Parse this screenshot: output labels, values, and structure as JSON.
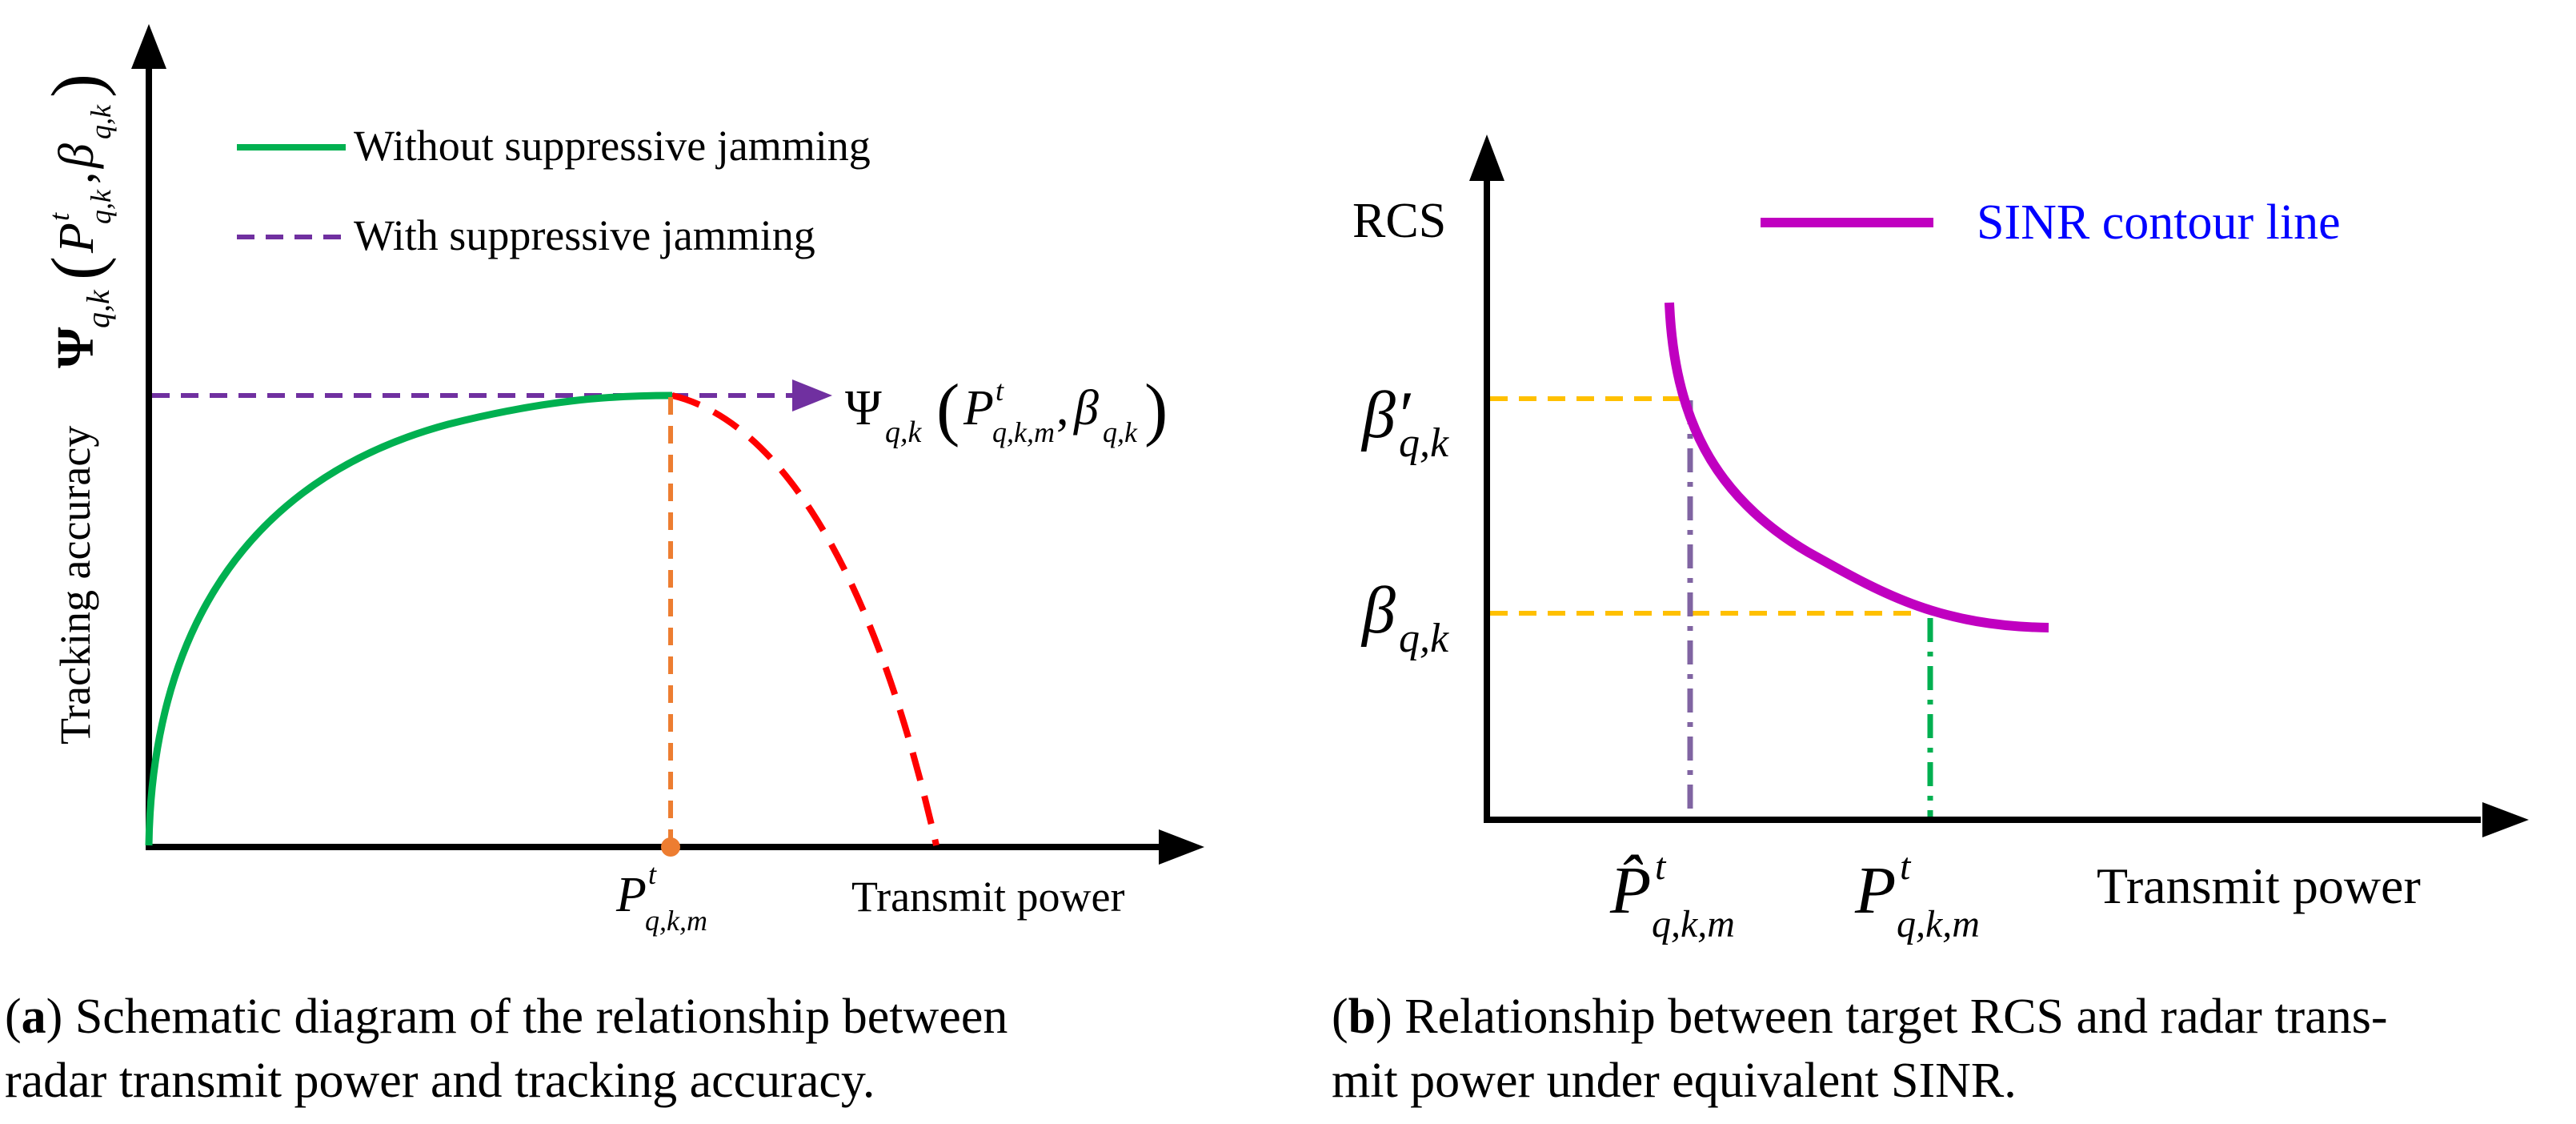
{
  "panel_a": {
    "y_axis_label": "Tracking accuracy",
    "y_axis_symbol": {
      "main": "Ψ",
      "sub": "q,k",
      "arg_P": "P",
      "arg_P_sup": "t",
      "arg_P_sub": "q,k",
      "arg_beta": "β",
      "arg_beta_sub": "q,k"
    },
    "x_axis_label": "Transmit power",
    "legend": [
      {
        "text": "Without suppressive jamming",
        "color": "#00b050",
        "style": "solid"
      },
      {
        "text": "With suppressive jamming",
        "color": "#7030a0",
        "style": "dashed"
      }
    ],
    "arrow_annotation": {
      "main": "Ψ",
      "sub": "q,k",
      "arg_P": "P",
      "arg_P_sup": "t",
      "arg_P_sub": "q,k,m",
      "arg_beta": "β",
      "arg_beta_sub": "q,k"
    },
    "x_marker": {
      "main": "P",
      "sup": "t",
      "sub": "q,k,m"
    },
    "colors": {
      "green": "#00b050",
      "purple": "#7030a0",
      "orange": "#ed7d31",
      "red": "#ff0000"
    }
  },
  "panel_b": {
    "y_axis_label": "RCS",
    "x_axis_label": "Transmit power",
    "legend": {
      "text": "SINR contour line",
      "color": "#c000c0",
      "text_color": "#0000ff"
    },
    "y_ticks": [
      {
        "main": "β′",
        "sub": "q,k"
      },
      {
        "main": "β",
        "sub": "q,k"
      }
    ],
    "x_ticks": [
      {
        "main": "P̂",
        "sup": "t",
        "sub": "q,k,m"
      },
      {
        "main": "P",
        "sup": "t",
        "sub": "q,k,m"
      }
    ],
    "colors": {
      "curve": "#c000c0",
      "yellow": "#ffc000",
      "violet": "#8064a2",
      "green": "#00b050"
    }
  },
  "captions": {
    "a": {
      "tag": "a",
      "text": " Schematic diagram of the relationship between",
      "line2": "radar transmit power and tracking accuracy."
    },
    "b": {
      "tag": "b",
      "text": " Relationship between target RCS and radar trans-",
      "line2": "mit power under equivalent SINR."
    }
  }
}
